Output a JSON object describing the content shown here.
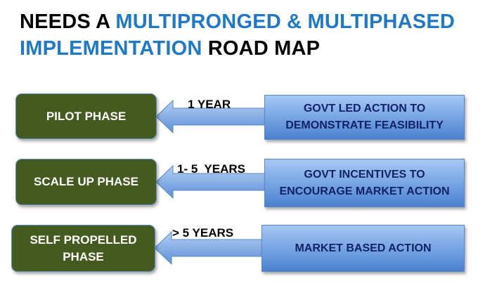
{
  "title": {
    "line1_black": "NEEDS A ",
    "line1_blue": "MULTIPRONGED & MULTIPHASED",
    "line2_blue": "IMPLEMENTATION",
    "line2_black": " ROAD MAP"
  },
  "rows": [
    {
      "phase": "PILOT PHASE",
      "duration": "1 YEAR",
      "action": "GOVT LED ACTION TO DEMONSTRATE FEASIBILITY"
    },
    {
      "phase": "SCALE UP PHASE",
      "duration": "1- 5  YEARS",
      "action": "GOVT INCENTIVES TO ENCOURAGE MARKET ACTION"
    },
    {
      "phase": "SELF PROPELLED PHASE",
      "duration": "> 5 YEARS",
      "action": "MARKET BASED ACTION"
    }
  ],
  "colors": {
    "accent": "#1f78c8",
    "phase_fill": "#445a1e",
    "action_fill": "#6e9ee0"
  }
}
